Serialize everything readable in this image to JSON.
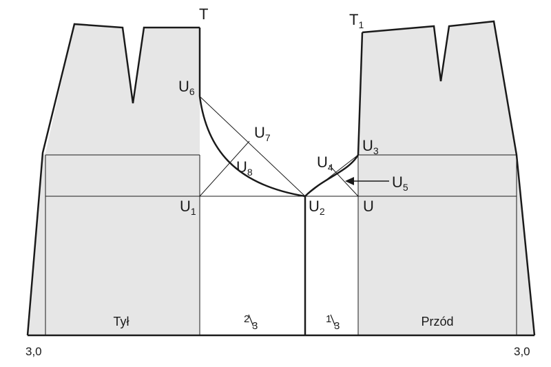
{
  "diagram": {
    "points": {
      "T": {
        "base": "T",
        "sub": ""
      },
      "T1": {
        "base": "T",
        "sub": "1"
      },
      "U": {
        "base": "U",
        "sub": ""
      },
      "U1": {
        "base": "U",
        "sub": "1"
      },
      "U2": {
        "base": "U",
        "sub": "2"
      },
      "U3": {
        "base": "U",
        "sub": "3"
      },
      "U4": {
        "base": "U",
        "sub": "4"
      },
      "U5": {
        "base": "U",
        "sub": "5"
      },
      "U6": {
        "base": "U",
        "sub": "6"
      },
      "U7": {
        "base": "U",
        "sub": "7"
      },
      "U8": {
        "base": "U",
        "sub": "8"
      }
    },
    "panels": {
      "back": "Tył",
      "front": "Przód"
    },
    "fractions": {
      "left": {
        "num": "2",
        "den": "3"
      },
      "right": {
        "num": "1",
        "den": "3"
      }
    },
    "edge_offsets": {
      "left": "3,0",
      "right": "3,0"
    },
    "colors": {
      "fill": "#e6e6e6",
      "stroke": "#1a1a1a",
      "background": "#ffffff"
    }
  }
}
